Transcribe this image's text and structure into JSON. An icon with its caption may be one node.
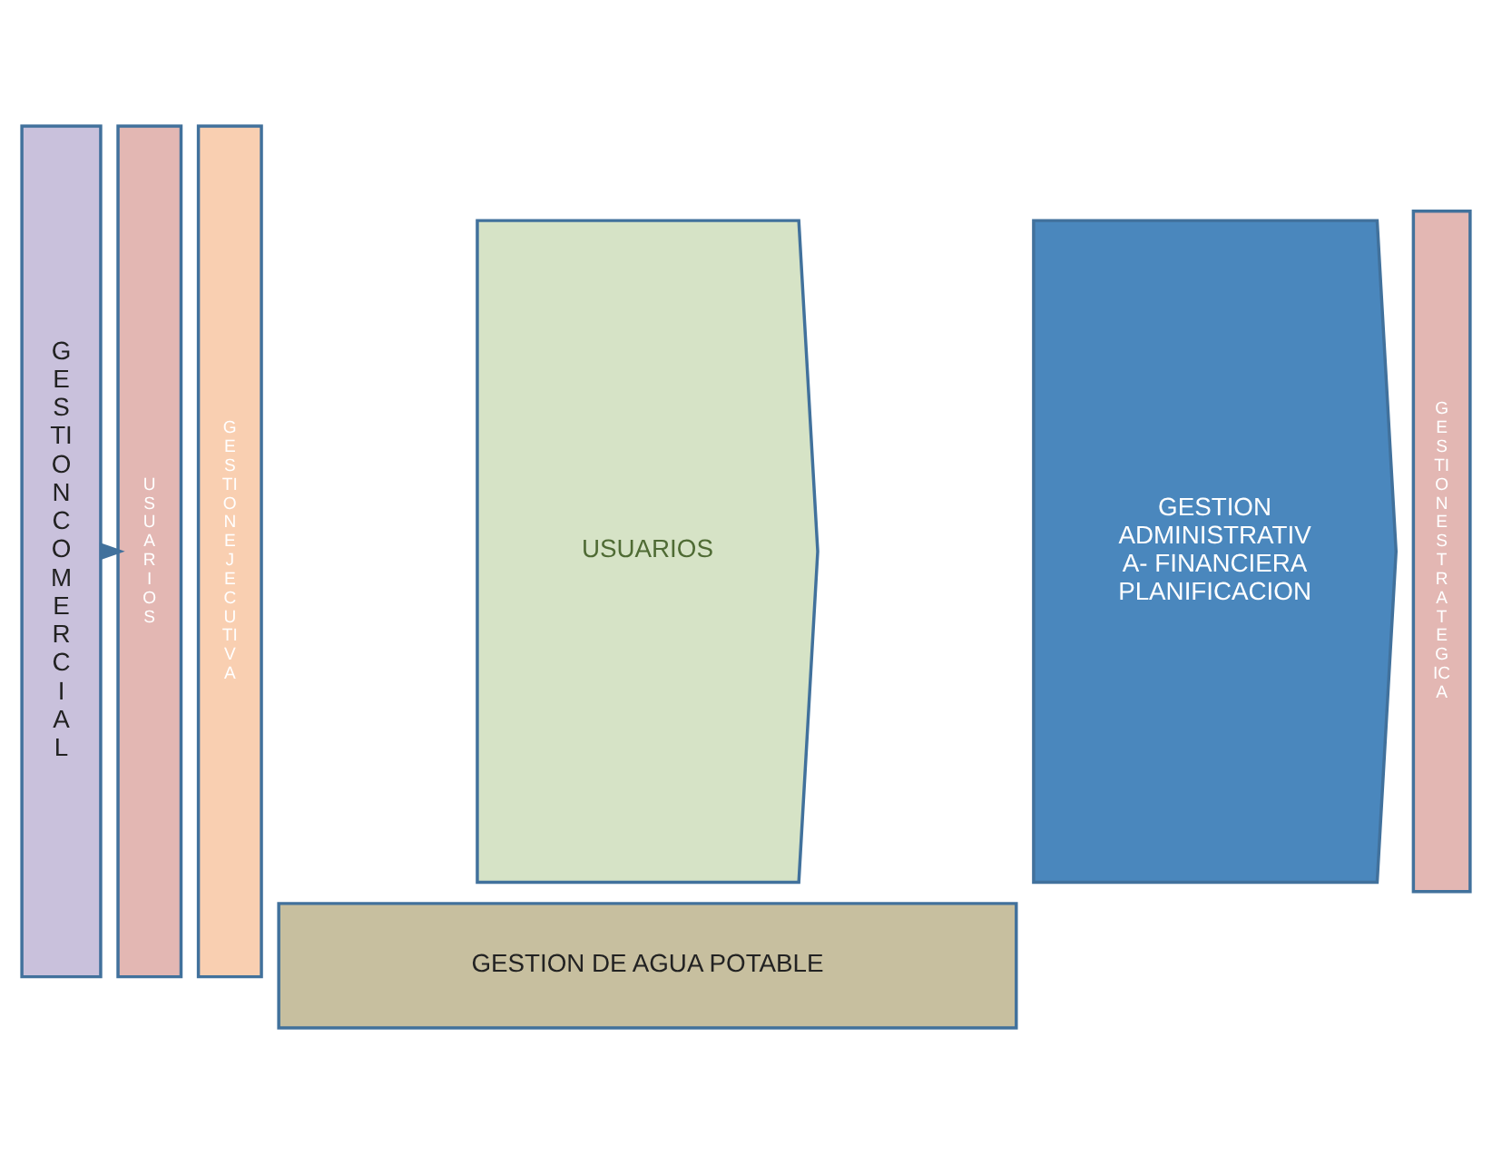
{
  "diagram": {
    "nodes": [
      {
        "text": [
          "G E S TI O N C O M E R C I A L"
        ]
      },
      {
        "text": [
          "U S U A R I O S"
        ]
      },
      {
        "text": [
          "G E S TI O N E J E C U TI V A"
        ]
      },
      {
        "text": [
          "USUARIOS"
        ]
      },
      {
        "text": [
          "GESTION ADMINISTRATIV A- FINANCIERA PLANIFICACION"
        ]
      },
      {
        "text": [
          "G E S TI O N E S T R A T E G IC A"
        ]
      },
      {
        "text": [
          "GESTION DE AGUA POTABLE"
        ]
      }
    ],
    "edges": [
      {
        "from": 0,
        "to": 1,
        "arrow": "to"
      }
    ]
  }
}
